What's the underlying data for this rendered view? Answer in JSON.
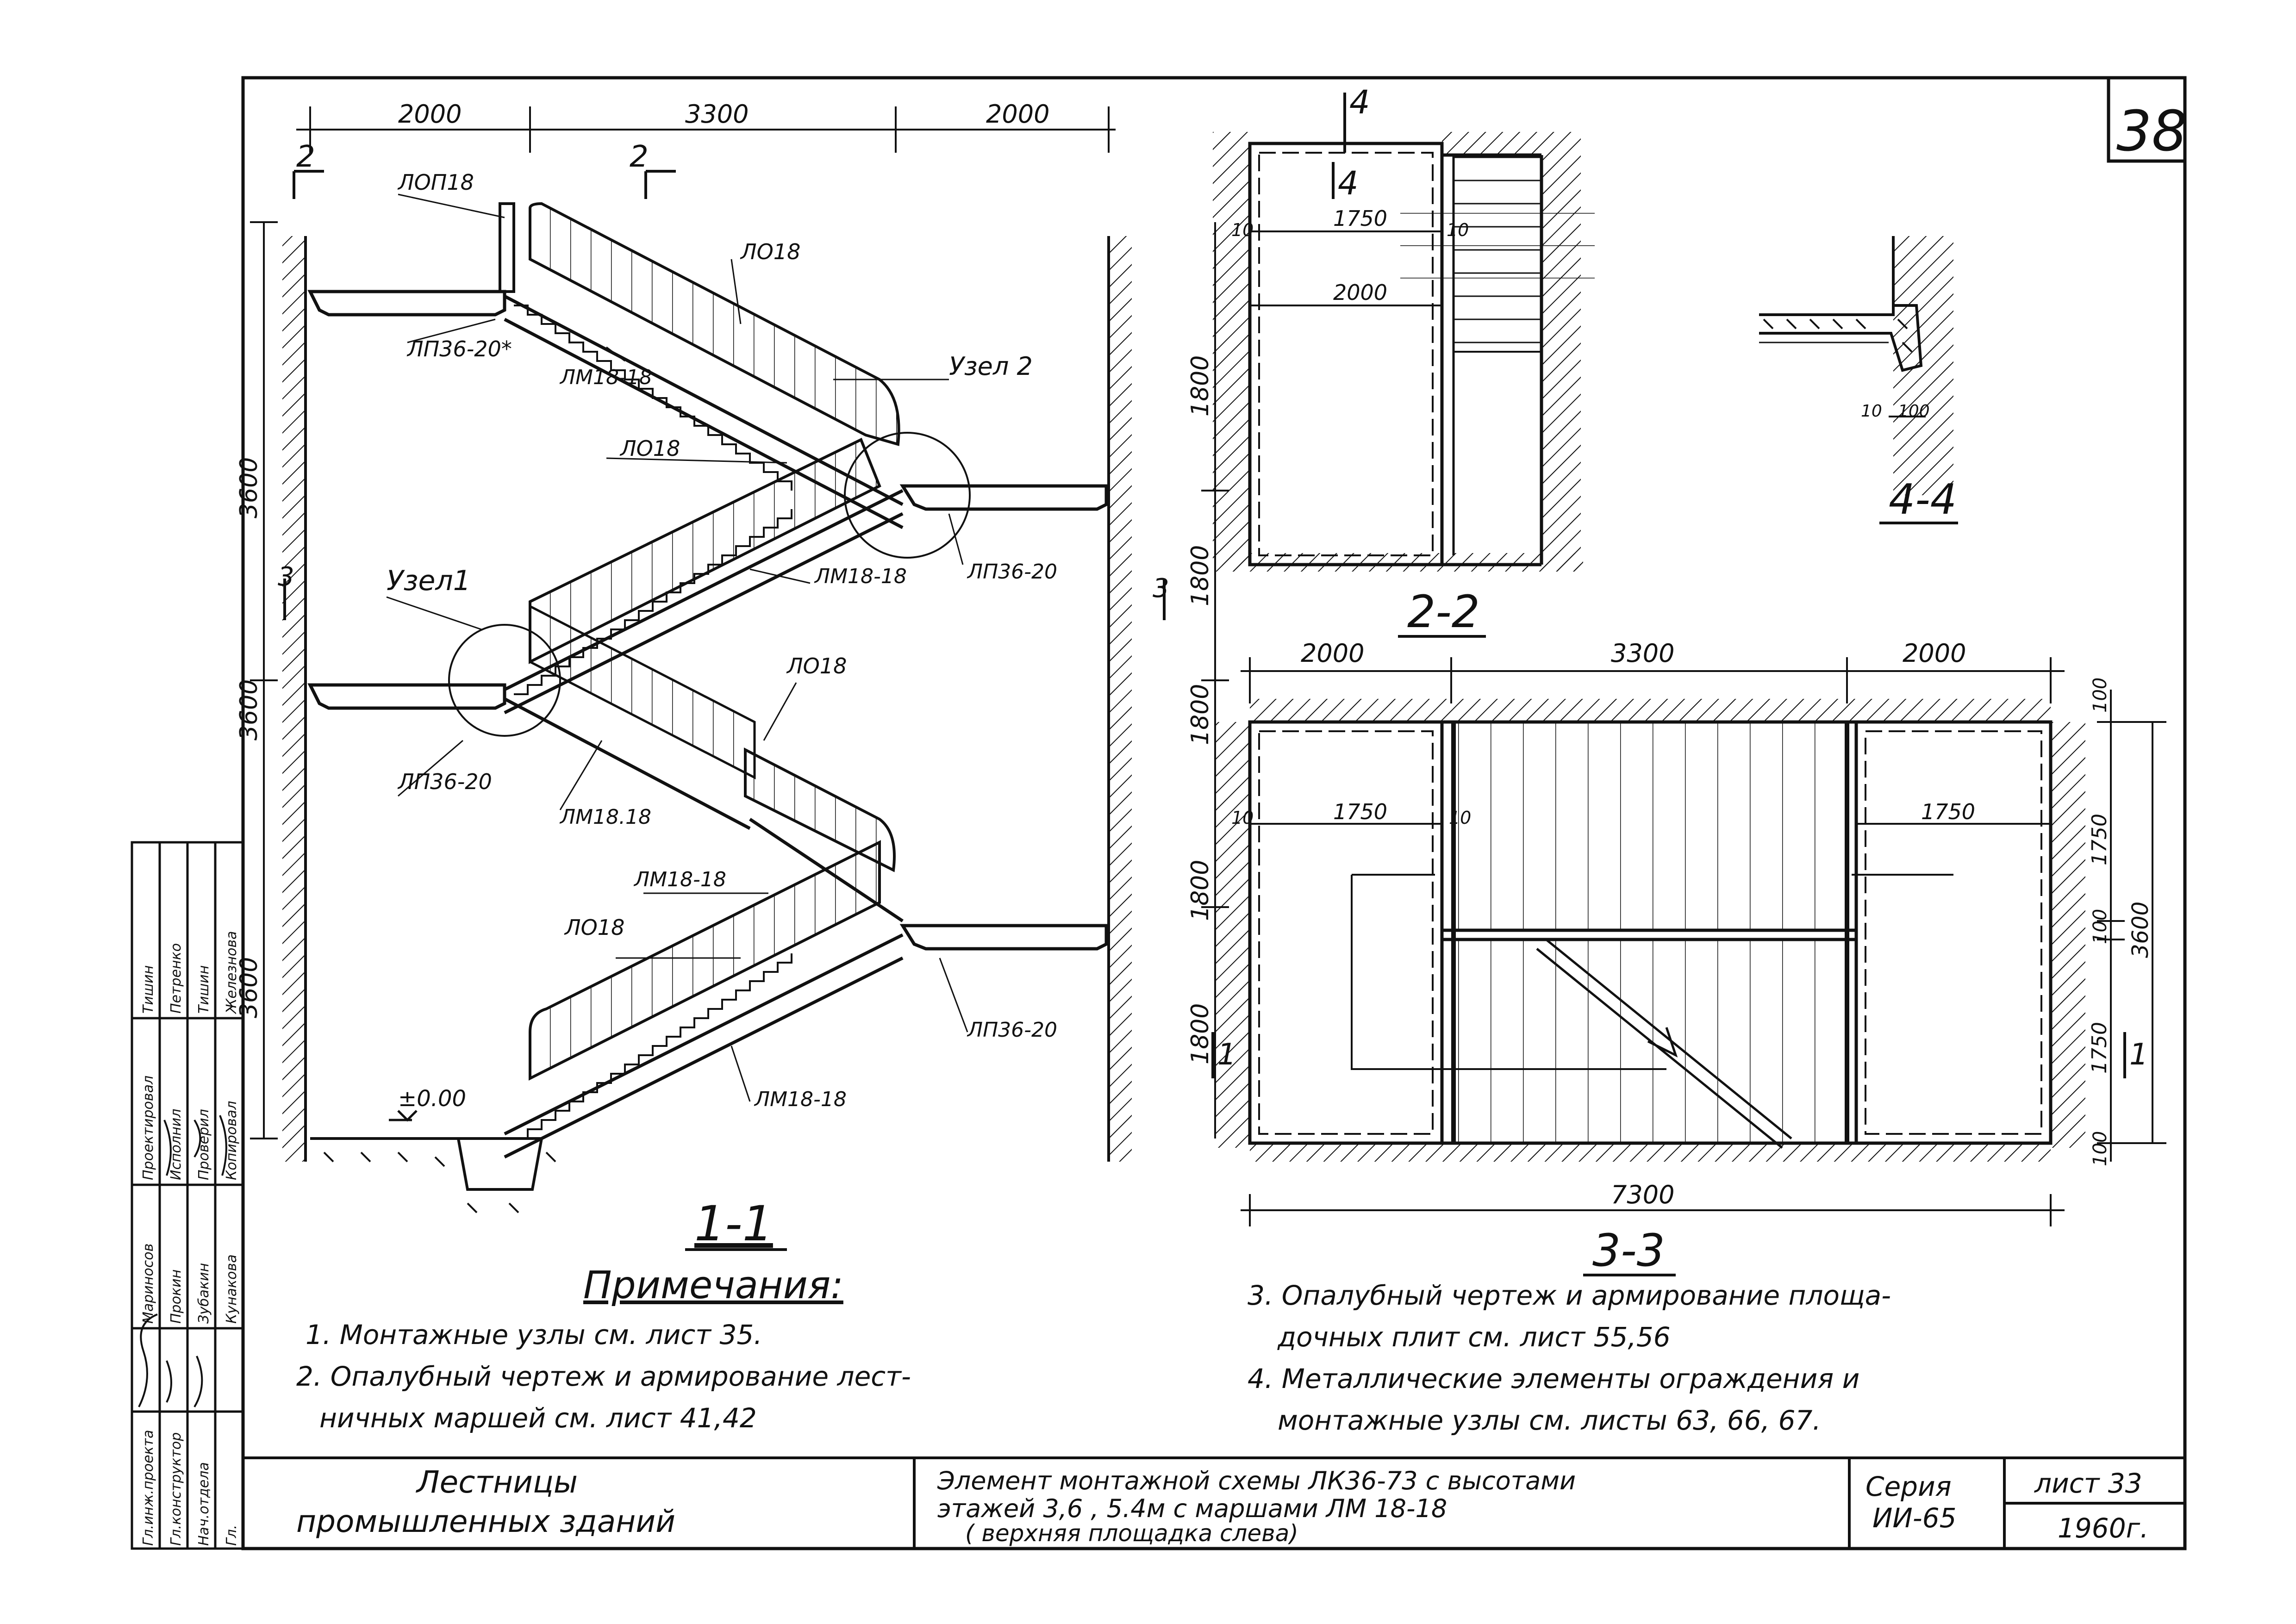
{
  "sheet": {
    "corner_number": "38",
    "sheet_no": "лист 33",
    "year": "1960г.",
    "series_label": "Серия",
    "series_code": "ИИ-65"
  },
  "title_block": {
    "subject_line1": "Лестницы",
    "subject_line2": "промышленных зданий",
    "desc_line1": "Элемент монтажной схемы ЛК36-73 с высотами",
    "desc_line2": "этажей 3,6 , 5.4м с маршами ЛМ 18-18",
    "desc_line3": "( верхняя площадка слева)"
  },
  "stamp": {
    "roles": [
      "Гл.инж.проекта",
      "Гл.конструктор",
      "Нач.отдела",
      "Гл."
    ],
    "roles2": [
      "Проектировал",
      "Исполнил",
      "Проверил",
      "Копировал"
    ],
    "names": [
      "Мариносов",
      "Прокин",
      "Зубакин",
      "Кунакова"
    ],
    "names2": [
      "Тишин",
      "Петренко",
      "Тишин",
      "Железнова"
    ]
  },
  "notes": {
    "title": "Примечания:",
    "n1": "1. Монтажные узлы см. лист 35.",
    "n2a": "2. Опалубный чертеж и армирование лест-",
    "n2b": "ничных маршей см. лист 41,42",
    "n3a": "3. Опалубный чертеж и армирование площа-",
    "n3b": "дочных плит см. лист 55,56",
    "n4a": "4. Металлические элементы ограждения и",
    "n4b": "монтажные узлы см. листы 63, 66, 67."
  },
  "section_1_1": {
    "label": "1-1",
    "dims_top": [
      "2000",
      "3300",
      "2000"
    ],
    "dims_left": [
      "3600",
      "3600",
      "3600"
    ],
    "dims_right": [
      "1800",
      "1800",
      "1800",
      "1800",
      "1800"
    ],
    "cut_marks": [
      "2",
      "2",
      "3",
      "3"
    ],
    "elevation": "±0.00",
    "labels": {
      "lop": "ЛОП18",
      "lo18_a": "ЛО18",
      "lo18_b": "ЛО18",
      "lo18_c": "ЛО18",
      "lo18_d": "ЛО18",
      "lp_top": "ЛП36-20*",
      "lp_mid_r": "ЛП36-20",
      "lp_mid_l": "ЛП36-20",
      "lp_low_r": "ЛП36-20",
      "lm_a": "ЛМ18-18",
      "lm_b": "ЛМ18-18",
      "lm_c": "ЛМ18.18",
      "lm_d": "ЛМ18-18",
      "lm_e": "ЛМ18-18",
      "node1": "Узел1",
      "node2": "Узел 2"
    }
  },
  "section_2_2": {
    "label": "2-2",
    "cut_top": "4",
    "cut_inner": "4",
    "dim_1750": "1750",
    "dim_2000": "2000",
    "side_10a": "10",
    "side_10b": "10"
  },
  "section_3_3": {
    "label": "3-3",
    "dims_top": [
      "2000",
      "3300",
      "2000"
    ],
    "dim_bottom": "7300",
    "dim_1750_l": "1750",
    "dim_1750_r": "1750",
    "side_10a": "10",
    "side_10b": "10",
    "right_dims": [
      "100",
      "1750",
      "100",
      "1750",
      "100"
    ],
    "total_right": "3600",
    "cut_mark_l": "1",
    "cut_mark_r": "1"
  },
  "section_4_4": {
    "label": "4-4",
    "dim_a": "10",
    "dim_b": "100"
  }
}
